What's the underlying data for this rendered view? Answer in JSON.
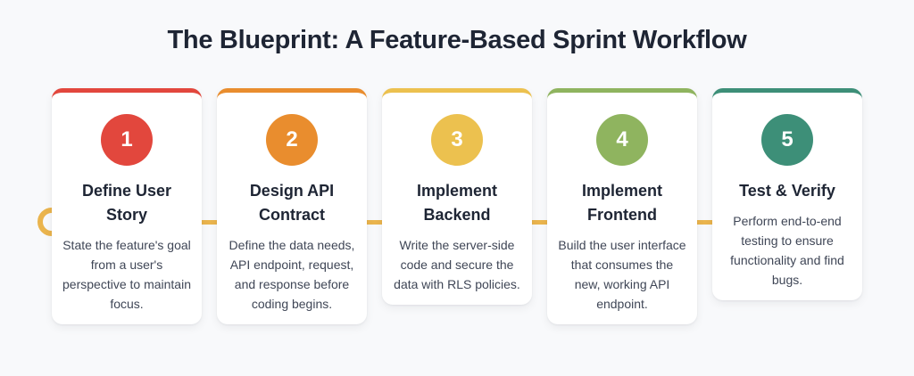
{
  "page": {
    "title": "The Blueprint: A Feature-Based Sprint Workflow",
    "background_color": "#f8f9fb",
    "title_color": "#1e2534"
  },
  "connector": {
    "color": "#eab44d",
    "ring_icon": "open-ring-start-marker"
  },
  "steps": [
    {
      "number": "1",
      "title": "Define User Story",
      "description": "State the feature's goal from a user's perspective to maintain focus.",
      "accent": "#e2473d"
    },
    {
      "number": "2",
      "title": "Design API Contract",
      "description": "Define the data needs, API endpoint, request, and response before coding begins.",
      "accent": "#e98d2e"
    },
    {
      "number": "3",
      "title": "Implement Backend",
      "description": "Write the server-side code and secure the data with RLS policies.",
      "accent": "#ecc14f"
    },
    {
      "number": "4",
      "title": "Implement Frontend",
      "description": "Build the user interface that consumes the new, working API endpoint.",
      "accent": "#8fb45f"
    },
    {
      "number": "5",
      "title": "Test & Verify",
      "description": "Perform end-to-end testing to ensure functionality and find bugs.",
      "accent": "#3d8f78"
    }
  ]
}
